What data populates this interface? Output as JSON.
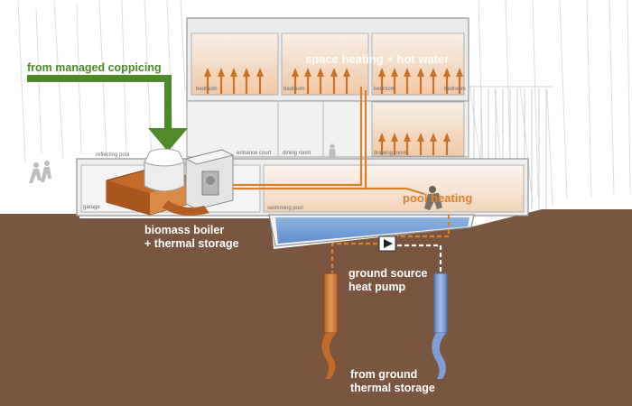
{
  "labels": {
    "coppicing": "from managed coppicing",
    "space_heating": "space heating + hot water",
    "pool_heating": "pool heating",
    "biomass_line1": "biomass boiler",
    "biomass_line2": "+ thermal storage",
    "gshp_line1": "ground source",
    "gshp_line2": "heat pump",
    "ground_line1": "from ground",
    "ground_line2": "thermal storage"
  },
  "rooms": {
    "bedroom_1": "bedroom",
    "bedroom_2": "bedroom",
    "bedroom_3": "bedroom",
    "bedroom_4": "bedroom",
    "reflecting_pool": "reflecting pool",
    "entrance_court": "entrance court",
    "dining_room": "dining room",
    "drawing_room": "drawing room",
    "garage": "garage",
    "swimming_pool": "swimming pool"
  },
  "colors": {
    "earth": "#7a5640",
    "biomass_green": "#4e8a2a",
    "heat_orange": "#d9822b",
    "pool_water": "#6b9ad0",
    "cold_pipe": "#7f9fd6",
    "label_white": "#ffffff"
  },
  "icons": {
    "pump": "pump-symbol-icon",
    "boiler": "biomass-boiler-icon",
    "people": "people-figures-icon",
    "swimmer": "swimmer-figure-icon"
  }
}
